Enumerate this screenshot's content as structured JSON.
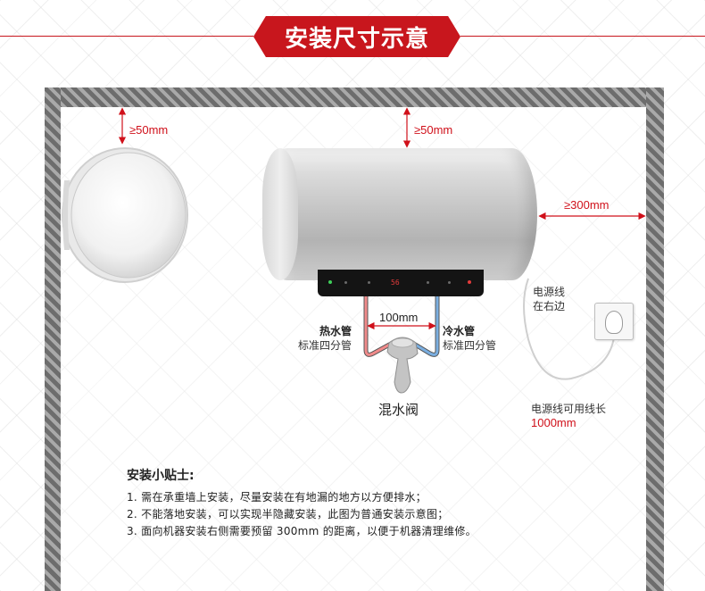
{
  "header": {
    "title": "安装尺寸示意"
  },
  "dimensions": {
    "side_top_gap": "≥50mm",
    "tank_top_gap": "≥50mm",
    "right_gap": "≥300mm",
    "pipe_spacing": "100mm"
  },
  "pipes": {
    "hot_title": "热水管",
    "hot_sub": "标准四分管",
    "cold_title": "冷水管",
    "cold_sub": "标准四分管",
    "mixer_label": "混水阀"
  },
  "power": {
    "cord_line1": "电源线",
    "cord_line2": "在右边",
    "length_label": "电源线可用线长",
    "length_value": "1000mm"
  },
  "tips": {
    "title": "安装小贴士:",
    "items": [
      "1. 需在承重墙上安装，尽量安装在有地漏的地方以方便排水；",
      "2. 不能落地安装，可以实现半隐藏安装，此图为普通安装示意图；",
      "3. 面向机器安装右侧需要预留 300mm 的距离，以便于机器清理维修。"
    ]
  },
  "colors": {
    "accent": "#c8161d",
    "hot_pipe": "#f08a8a",
    "cold_pipe": "#7aaee0",
    "wall": "#7a7a7a"
  }
}
